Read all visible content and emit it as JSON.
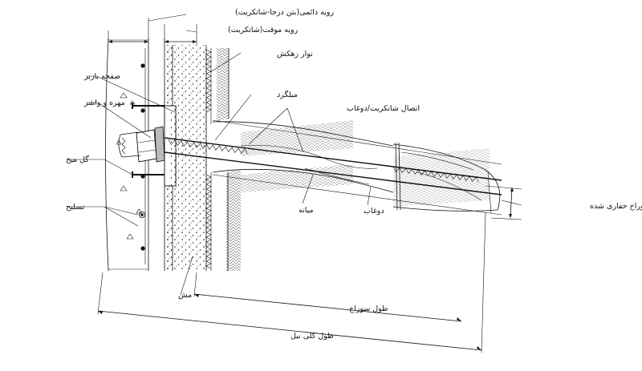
{
  "labels": {
    "permanent_facing": "رویه دائمی(بتن درجا-شاتکریت)",
    "temporary_facing": "رویه موقت(شاتکریت)",
    "drain_strip": "نوار زهکش",
    "bearing_plate": "صفحه باربر",
    "nut_and_washer": "مهره و واشر",
    "headed_stud": "گل میخ",
    "reinforcement": "تسلیح",
    "mesh": "مش",
    "tendon": "میلگرد",
    "shotcrete_grout_joint": "اتصال شاتکریت/دوغاب",
    "centralizer": "میانه",
    "grout": "دوغاب",
    "drill_hole": "سوراخ حفاری شده",
    "hole_length": "طول سوراخ",
    "total_nail_length": "طول کلی نیل"
  },
  "colors": {
    "ink": "#111111",
    "background": "#ffffff"
  }
}
